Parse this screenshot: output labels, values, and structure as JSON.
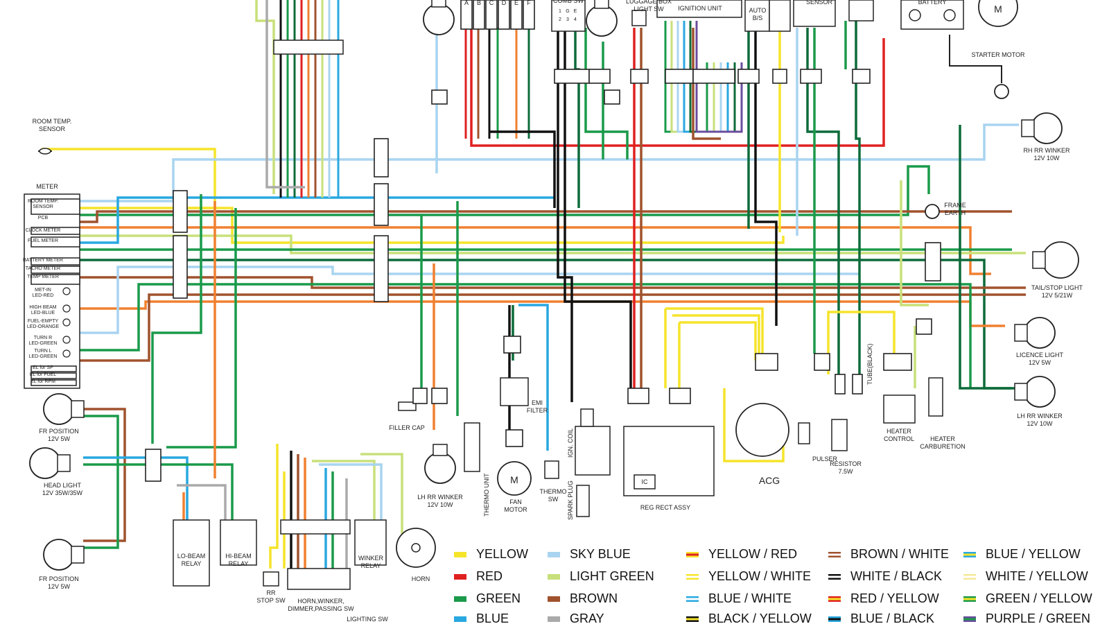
{
  "header_labels": {
    "comb_sw": "COMB SW",
    "luggage_light": "LUGGAGE BOX\nLIGHT SW",
    "ignition_unit": "IGNITION UNIT",
    "auto_bs": "AUTO\nB/S",
    "sensor": "SENSOR",
    "battery": "BATTERY",
    "starter_motor": "STARTER MOTOR",
    "connector_letters": [
      "A",
      "B",
      "C",
      "D",
      "E",
      "F"
    ],
    "comb_pins": [
      "1",
      "G",
      "E",
      "2",
      "3",
      "4"
    ]
  },
  "components": {
    "room_temp_sensor": "ROOM TEMP.\nSENSOR",
    "meter": "METER",
    "meter_rows": [
      "ROOM TEMP.\nSENSOR",
      "PCB",
      "CLOCK METER",
      "FUEL METER",
      "BATTERY METER",
      "TACHO METER",
      "TEMP METER",
      "MET-IN\nLED-RED",
      "HIGH BEAM\nLED-BLUE",
      "FUEL-EMPTY\nLED-ORANGE",
      "TURN R\nLED-GREEN",
      "TURN L\nLED-GREEN",
      "EL for SP",
      "EL for FUEL",
      "EL for RPM"
    ],
    "fr_position_top": "FR POSITION\n12V 5W",
    "head_light": "HEAD LIGHT\n12V 35W/35W",
    "fr_position_bottom": "FR POSITION\n12V 5W",
    "lo_beam_relay": "LO-BEAM\nRELAY",
    "hi_beam_relay": "HI-BEAM\nRELAY",
    "winker_relay": "WINKER\nRELAY",
    "horn": "HORN",
    "rr_stop_sw": "RR\nSTOP SW",
    "horn_switch": "HORN,WINKER,\nDIMMER,PASSING SW",
    "lighting_sw": "LIGHTING SW",
    "filler_cap": "FILLER CAP",
    "lh_rr_winker_left": "LH RR WINKER\n12V 10W",
    "thermo_unit": "THERMO UNIT",
    "fan_motor": "FAN\nMOTOR",
    "emi_filter": "EMI\nFILTER",
    "thermo_sw": "THERMO\nSW",
    "ign_coil": "IGN. COIL",
    "spark_plug": "SPARK PLUG",
    "reg_rect": "REG RECT ASSY",
    "ic": "IC",
    "acg": "ACG",
    "pulser": "PULSER",
    "resistor": "RESISTOR\n7.5W",
    "tube_black": "TUBE(BLACK)",
    "heater_control": "HEATER\nCONTROL",
    "heater_carburetion": "HEATER\nCARBURETION",
    "rh_rr_winker": "RH RR WINKER\n12V 10W",
    "frame_earth": "FRAME\nEARTH",
    "tail_stop": "TAIL/STOP LIGHT\n12V 5/21W",
    "licence_light": "LICENCE LIGHT\n12V 5W",
    "lh_rr_winker_right": "LH RR WINKER\n12V 10W",
    "motor_symbol": "M"
  },
  "legend": [
    {
      "label": "YELLOW",
      "color": "#f5e42a",
      "stripe": null
    },
    {
      "label": "SKY BLUE",
      "color": "#a8d4f0",
      "stripe": null
    },
    {
      "label": "YELLOW / RED",
      "color": "#f5e42a",
      "stripe": "#e02020"
    },
    {
      "label": "BROWN / WHITE",
      "color": "#a0522d",
      "stripe": "#ffffff"
    },
    {
      "label": "BLUE / YELLOW",
      "color": "#29a8e0",
      "stripe": "#f5e42a"
    },
    {
      "label": "RED",
      "color": "#e02020",
      "stripe": null
    },
    {
      "label": "LIGHT GREEN",
      "color": "#c8e07a",
      "stripe": null
    },
    {
      "label": "YELLOW / WHITE",
      "color": "#f5e42a",
      "stripe": "#ffffff"
    },
    {
      "label": "WHITE / BLACK",
      "color": "#111111",
      "stripe": "#ffffff"
    },
    {
      "label": "WHITE / YELLOW",
      "color": "#f5e89a",
      "stripe": "#ffffff"
    },
    {
      "label": "GREEN",
      "color": "#1a9a4a",
      "stripe": null
    },
    {
      "label": "BROWN",
      "color": "#a0522d",
      "stripe": null
    },
    {
      "label": "BLUE / WHITE",
      "color": "#29a8e0",
      "stripe": "#ffffff"
    },
    {
      "label": "RED / YELLOW",
      "color": "#e02020",
      "stripe": "#f5e42a"
    },
    {
      "label": "GREEN / YELLOW",
      "color": "#1a9a4a",
      "stripe": "#f5e42a"
    },
    {
      "label": "BLUE",
      "color": "#29a8e0",
      "stripe": null
    },
    {
      "label": "GRAY",
      "color": "#aaaaaa",
      "stripe": null
    },
    {
      "label": "BLACK / YELLOW",
      "color": "#111111",
      "stripe": "#f5e42a"
    },
    {
      "label": "BLUE / BLACK",
      "color": "#29a8e0",
      "stripe": "#111111"
    },
    {
      "label": "PURPLE / GREEN",
      "color": "#6a4c9c",
      "stripe": "#1a9a4a"
    }
  ],
  "wire_colors": {
    "yellow": "#f5e42a",
    "red": "#e02020",
    "green": "#1a9a4a",
    "blue": "#29a8e0",
    "skyblue": "#a8d4f0",
    "lightgreen": "#c8e07a",
    "brown": "#a0522d",
    "gray": "#aaaaaa",
    "black": "#111111",
    "orange": "#f08030",
    "purple": "#6a4c9c",
    "darkgreen": "#0d6b3a"
  }
}
